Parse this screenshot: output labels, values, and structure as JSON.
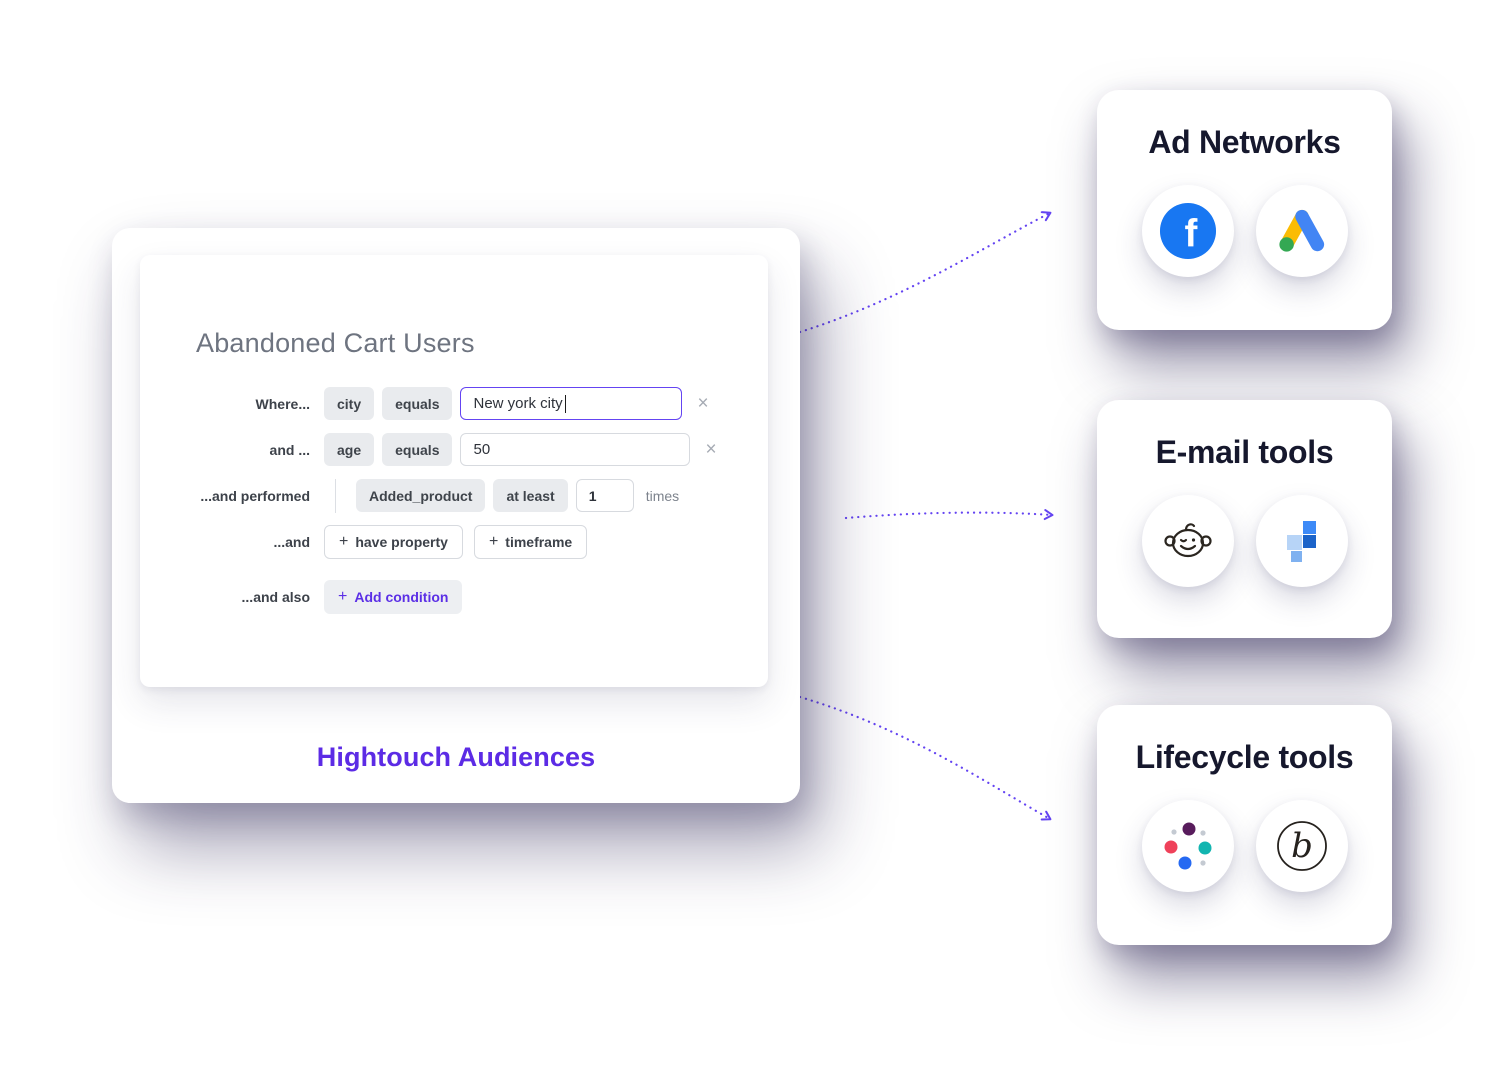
{
  "audience_builder": {
    "title": "Abandoned Cart Users",
    "caption": "Hightouch Audiences",
    "rows": {
      "where": {
        "label": "Where...",
        "field_chip": "city",
        "operator_chip": "equals",
        "value": "New york city",
        "remove": "×"
      },
      "and": {
        "label": "and ...",
        "field_chip": "age",
        "operator_chip": "equals",
        "value": "50",
        "remove": "×"
      },
      "performed": {
        "label": "...and performed",
        "event_chip": "Added_product",
        "operator_chip": "at least",
        "count": "1",
        "suffix": "times"
      },
      "add_more": {
        "label": "...and",
        "plus": "+",
        "have_property": "have property",
        "timeframe": "timeframe"
      },
      "also": {
        "label": "...and also",
        "plus": "+",
        "add_condition": "Add condition"
      }
    }
  },
  "destinations": [
    {
      "title": "Ad Networks",
      "icons": [
        "facebook-icon",
        "google-ads-icon"
      ]
    },
    {
      "title": "E-mail tools",
      "icons": [
        "mailchimp-icon",
        "email-pixel-grid-icon"
      ]
    },
    {
      "title": "Lifecycle tools",
      "icons": [
        "iterable-icon",
        "braze-icon"
      ]
    }
  ],
  "icon_glyphs": {
    "facebook": "f",
    "braze": "b"
  },
  "colors": {
    "accent_purple": "#6444f2",
    "caption_purple": "#5c2be5",
    "dest_title_dark": "#16182d",
    "facebook_blue": "#1877f2",
    "google_yellow": "#fbbc04",
    "google_blue": "#4285f4",
    "google_green": "#34a853",
    "chip_gray": "#e9ebee"
  }
}
